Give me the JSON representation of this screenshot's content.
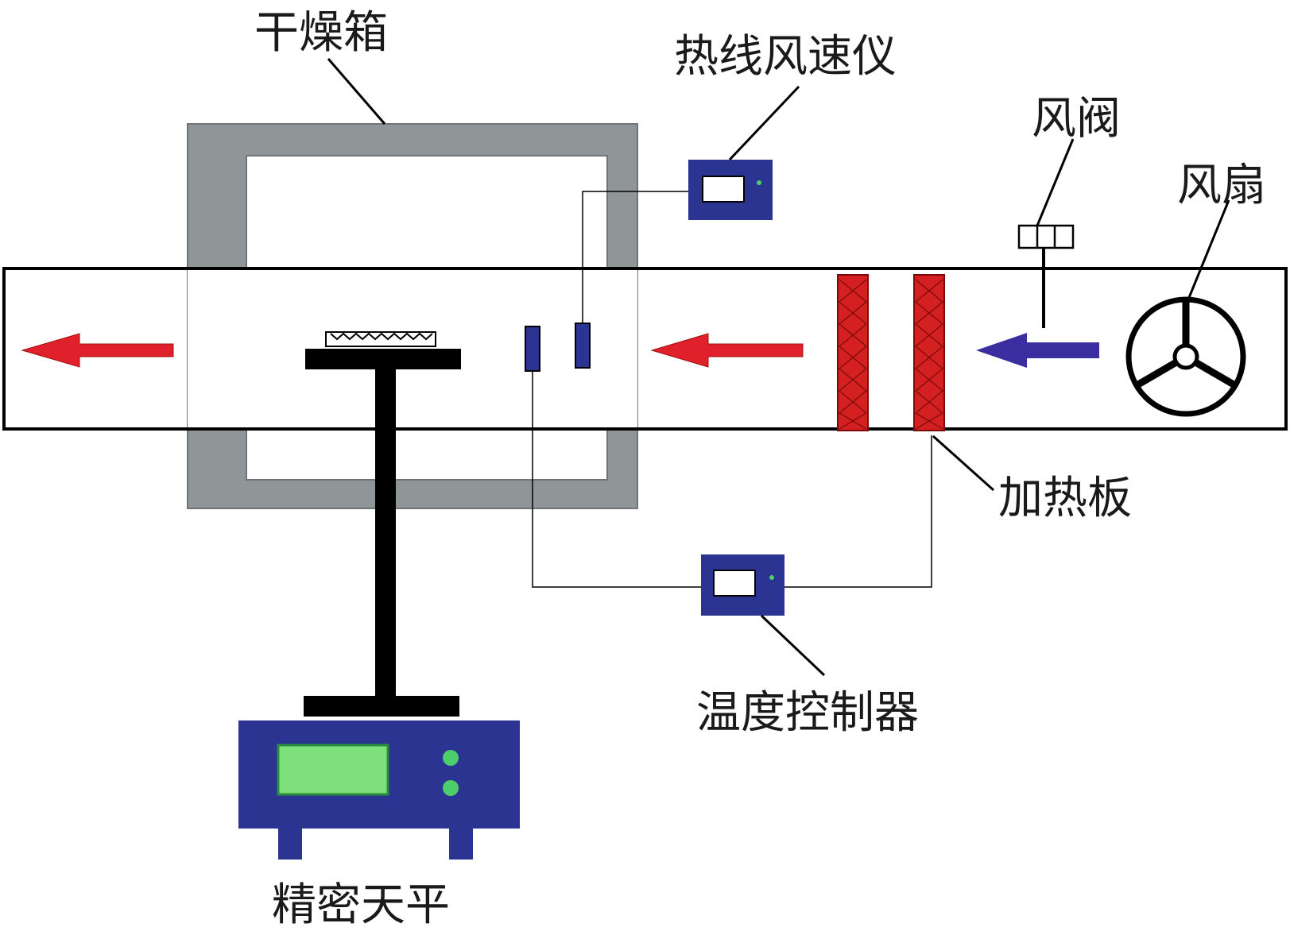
{
  "labels": {
    "drying_box": "干燥箱",
    "anemometer": "热线风速仪",
    "damper": "风阀",
    "fan": "风扇",
    "heating_plate": "加热板",
    "temp_controller": "温度控制器",
    "balance": "精密天平"
  },
  "colors": {
    "box_wall": "#909598",
    "device_body": "#2b3490",
    "heater": "#d42020",
    "arrow_hot": "#e0202a",
    "arrow_cold": "#3a2ea0",
    "balance_screen": "#7ee07a",
    "indicator": "#4ccf6a",
    "line": "#000000"
  }
}
